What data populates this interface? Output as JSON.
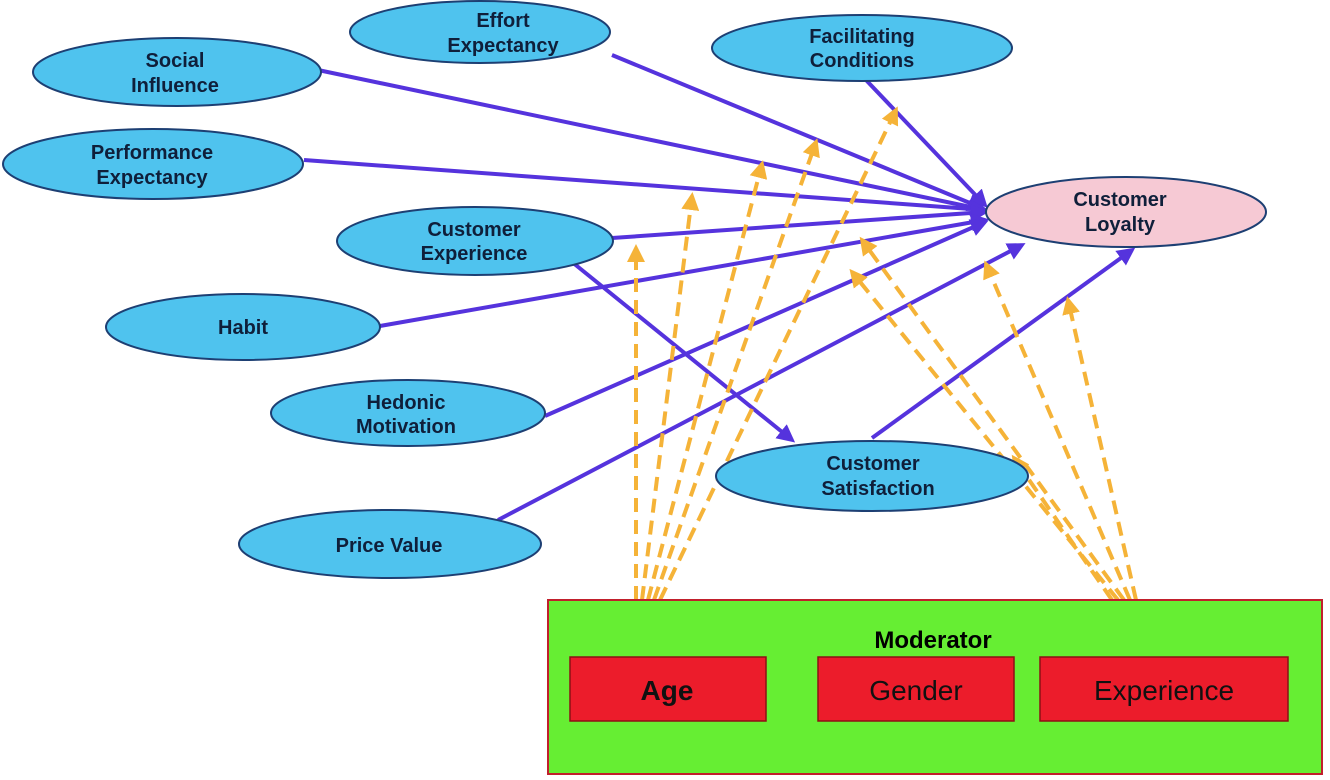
{
  "nodes": [
    {
      "id": "effort-expectancy",
      "lines": [
        "Effort",
        "Expectancy"
      ]
    },
    {
      "id": "facilitating-conditions",
      "lines": [
        "Facilitating",
        "Conditions"
      ]
    },
    {
      "id": "social-influence",
      "lines": [
        "Social",
        "Influence"
      ]
    },
    {
      "id": "performance-expectancy",
      "lines": [
        "Performance",
        "Expectancy"
      ]
    },
    {
      "id": "customer-experience",
      "lines": [
        "Customer",
        "Experience"
      ]
    },
    {
      "id": "habit",
      "lines": [
        "Habit"
      ]
    },
    {
      "id": "hedonic-motivation",
      "lines": [
        "Hedonic",
        "Motivation"
      ]
    },
    {
      "id": "price-value",
      "lines": [
        "Price Value"
      ]
    },
    {
      "id": "customer-satisfaction",
      "lines": [
        "Customer",
        "Satisfaction"
      ]
    },
    {
      "id": "customer-loyalty",
      "lines": [
        "Customer",
        "Loyalty"
      ]
    }
  ],
  "moderator": {
    "title": "Moderator",
    "items": [
      "Age",
      "Gender",
      "Experience"
    ]
  },
  "colors": {
    "construct_fill": "#4fc3ee",
    "outcome_fill": "#f6c9d4",
    "direct_arrow": "#5533dd",
    "moderation_arrow": "#f5b338",
    "moderator_box": "#66ee33",
    "moderator_item": "#ec1c2b"
  }
}
